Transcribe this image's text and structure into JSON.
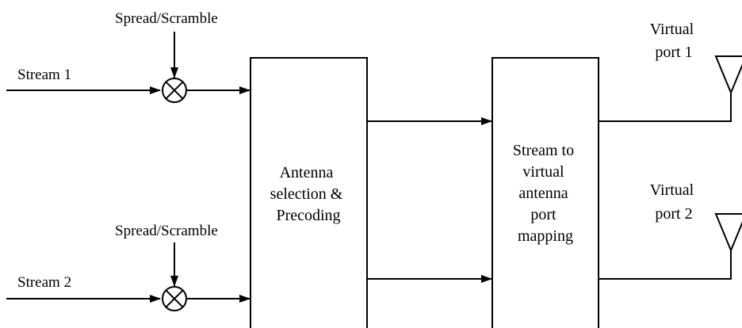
{
  "stream1": "Stream 1",
  "stream2": "Stream 2",
  "spread1": "Spread/Scramble",
  "spread2": "Spread/Scramble",
  "block1": [
    "Antenna",
    "selection &",
    "Precoding"
  ],
  "block2": [
    "Stream to",
    "virtual",
    "antenna",
    "port",
    "mapping"
  ],
  "port1": [
    "Virtual",
    "port 1"
  ],
  "port2": [
    "Virtual",
    "port 2"
  ],
  "icons": {
    "mixer": "circle-times-icon",
    "antenna": "triangle-antenna-icon",
    "arrow": "arrowhead-icon"
  },
  "colors": {
    "line": "#000000",
    "background": "#ffffff"
  }
}
